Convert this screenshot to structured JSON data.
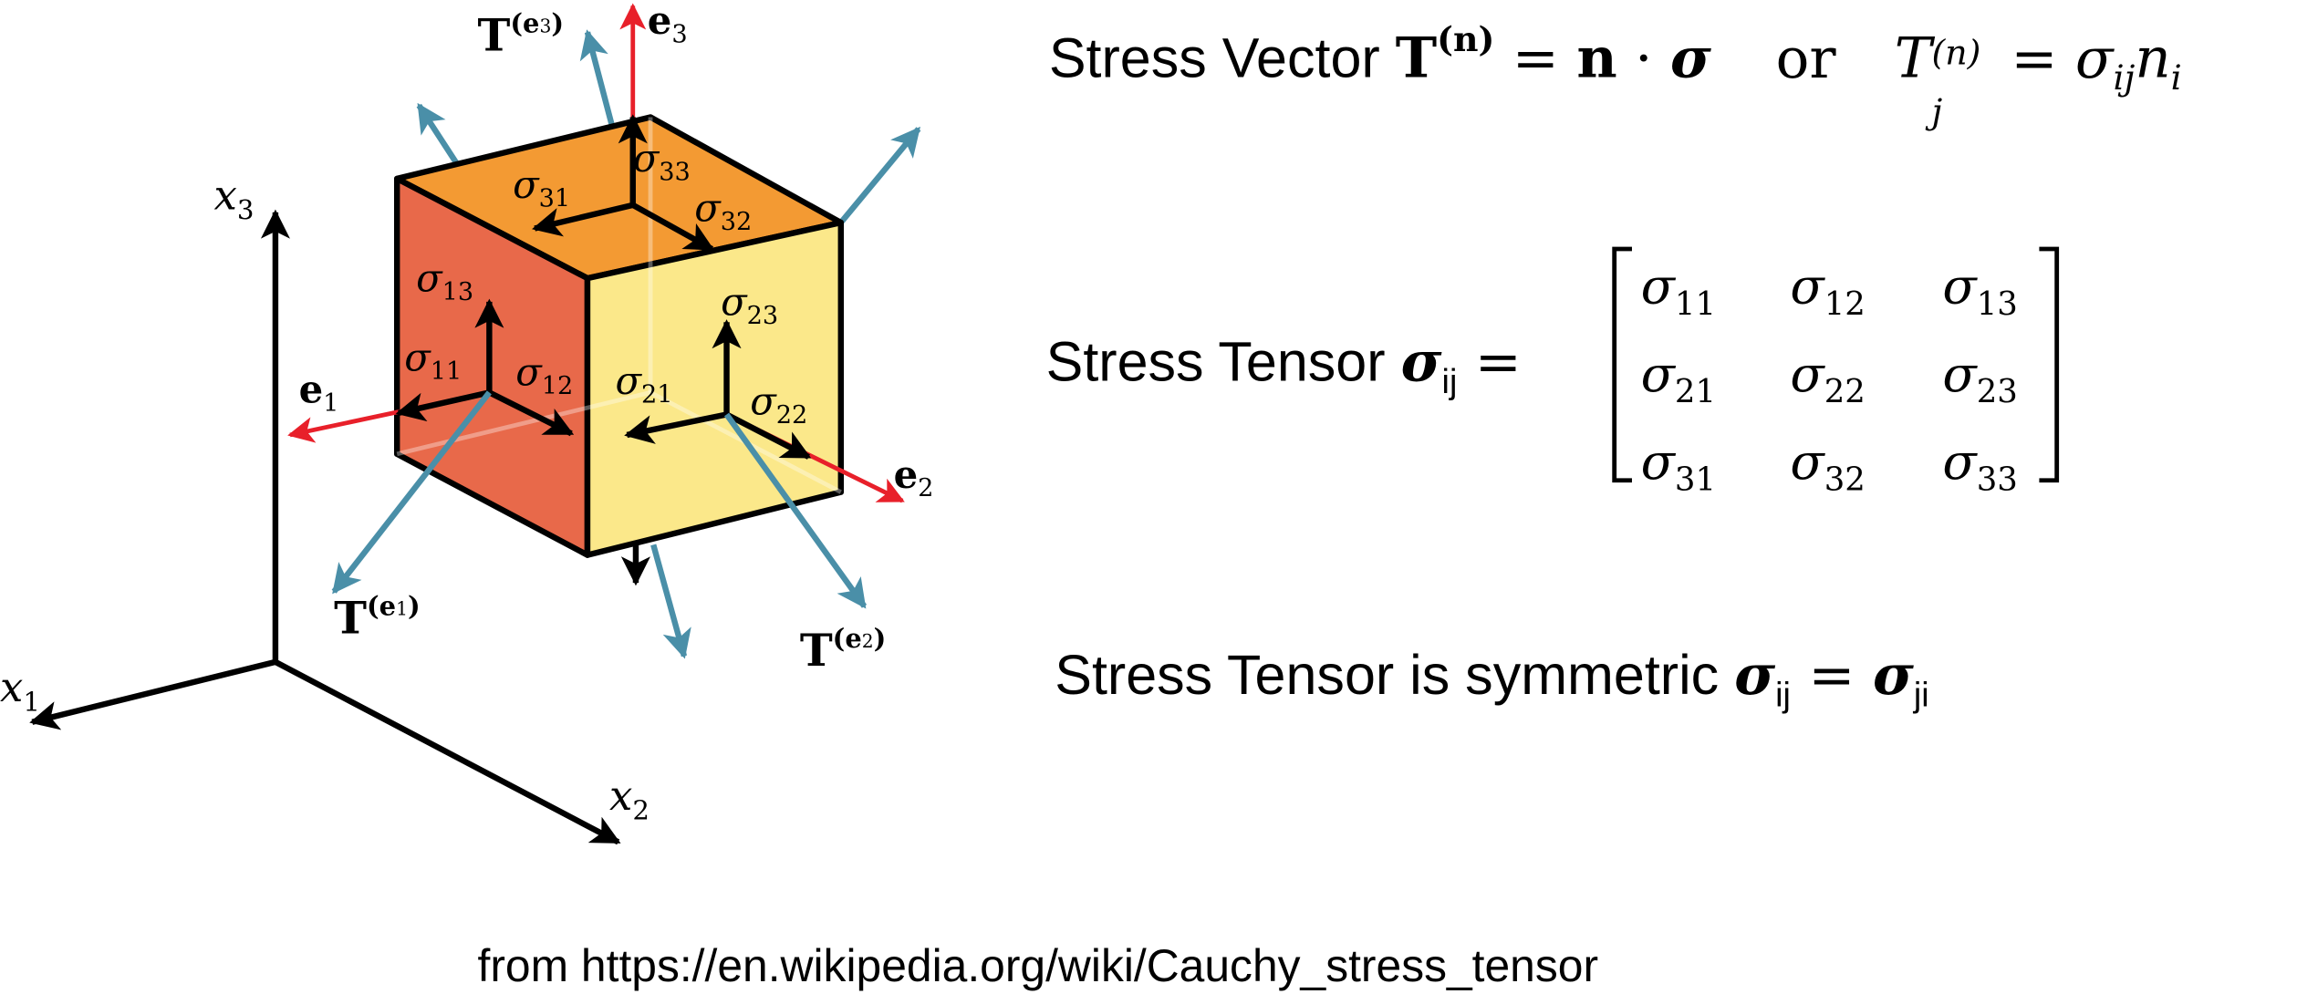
{
  "colors": {
    "left_face": "#e8694a",
    "top_face": "#f39a33",
    "right_face": "#fbe88a",
    "traction_arrow": "#4a8fa8",
    "basis_arrow": "#e8202a",
    "stress_arrow": "#000000"
  },
  "axes": {
    "x1": "x",
    "x2": "x",
    "x3": "x",
    "x1_sub": "1",
    "x2_sub": "2",
    "x3_sub": "3"
  },
  "basis": {
    "e1": "e",
    "e1_sub": "1",
    "e2": "e",
    "e2_sub": "2",
    "e3": "e",
    "e3_sub": "3"
  },
  "tractions": {
    "t_e1": {
      "base": "T",
      "sup": "(e",
      "sup_sub": "1",
      "sup_end": ")"
    },
    "t_e2": {
      "base": "T",
      "sup": "(e",
      "sup_sub": "2",
      "sup_end": ")"
    },
    "t_e3": {
      "base": "T",
      "sup": "(e",
      "sup_sub": "3",
      "sup_end": ")"
    }
  },
  "stress_labels": {
    "s11": "11",
    "s12": "12",
    "s13": "13",
    "s21": "21",
    "s22": "22",
    "s23": "23",
    "s31": "31",
    "s32": "32",
    "s33": "33",
    "symbol": "σ"
  },
  "equations": {
    "vector_text": "Stress Vector ",
    "vector_T": "T",
    "vector_sup": "(n)",
    "vector_rhs": " = ",
    "vector_n": "n",
    "vector_dot": " · ",
    "vector_sigma": "σ",
    "or": "or",
    "comp_T": "T",
    "comp_j": "j",
    "comp_n": "(n)",
    "comp_rhs": " = σ",
    "comp_ij": "ij",
    "comp_ni": "n",
    "comp_i": "i",
    "tensor_text": "Stress Tensor ",
    "tensor_sigma": "σ",
    "tensor_ij": "ij",
    "tensor_eq": " = ",
    "symmetric_text": "Stress Tensor is symmetric ",
    "sym_sigma1": "σ",
    "sym_ij": "ij",
    "sym_eq": " = ",
    "sym_sigma2": "σ",
    "sym_ji": "ji"
  },
  "matrix": {
    "rows": [
      [
        "11",
        "12",
        "13"
      ],
      [
        "21",
        "22",
        "23"
      ],
      [
        "31",
        "32",
        "33"
      ]
    ],
    "symbol": "σ"
  },
  "source": "from https://en.wikipedia.org/wiki/Cauchy_stress_tensor"
}
